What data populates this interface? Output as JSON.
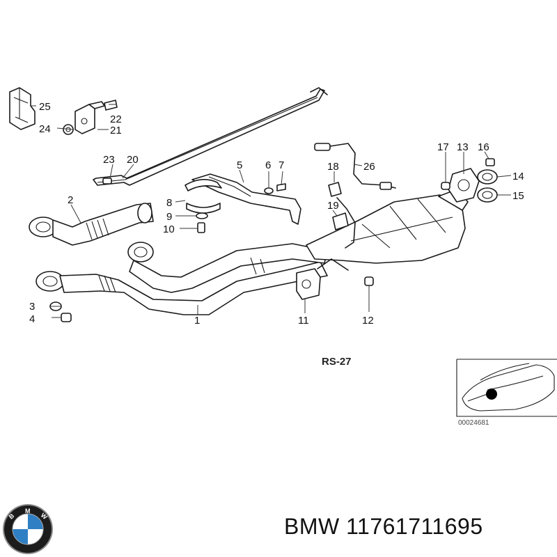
{
  "diagram": {
    "code": "RS-27",
    "image_number": "00024681",
    "callouts": [
      "1",
      "2",
      "3",
      "4",
      "5",
      "6",
      "7",
      "8",
      "9",
      "10",
      "11",
      "12",
      "13",
      "14",
      "15",
      "16",
      "17",
      "18",
      "19",
      "20",
      "21",
      "22",
      "23",
      "24",
      "25",
      "26"
    ]
  },
  "footer": {
    "brand": "BMW",
    "part_number": "11761711695",
    "text": "BMW 11761711695",
    "logo_letters": "BMW",
    "logo_colors": {
      "ring": "#1c1c1c",
      "blue": "#2f7fc4",
      "white": "#ffffff",
      "chrome": "#8a8a8a"
    }
  }
}
